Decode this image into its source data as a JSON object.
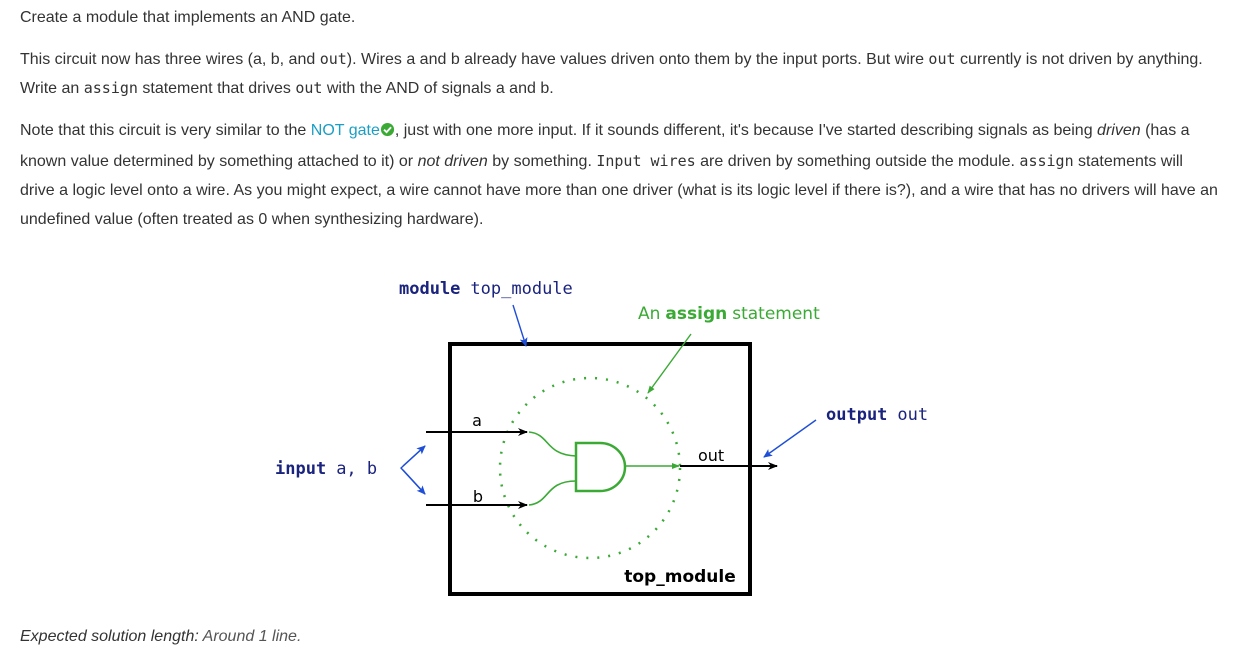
{
  "intro": {
    "p1": "Create a module that implements an AND gate.",
    "p2": {
      "t1": "This circuit now has three wires (a, b, and ",
      "c1": "out",
      "t2": "). Wires a and b already have values driven onto them by the input ports. But wire ",
      "c2": "out",
      "t3": " currently is not driven by anything. Write an ",
      "c3": "assign",
      "t4": " statement that drives ",
      "c4": "out",
      "t5": " with the AND of signals a and b."
    },
    "p3": {
      "t1": "Note that this circuit is very similar to the ",
      "link": "NOT gate",
      "t2": ", just with one more input. If it sounds different, it's because I've started describing signals as being ",
      "em1": "driven",
      "t3": " (has a known value determined by something attached to it) or ",
      "em2": "not driven",
      "t4": " by something. ",
      "c1": "Input wires",
      "t5": " are driven by something outside the module. ",
      "c2": "assign",
      "t6": " statements will drive a logic level onto a wire. As you might expect, a wire cannot have more than one driver (what is its logic level if there is?), and a wire that has no drivers will have an undefined value (often treated as 0 when synthesizing hardware)."
    }
  },
  "diagram": {
    "module_kw": "module",
    "module_name": "top_module",
    "assign_prefix": "An",
    "assign_kw": "assign",
    "assign_suffix": "statement",
    "input_kw": "input",
    "input_names": "a, b",
    "output_kw": "output",
    "output_name": "out",
    "wire_a": "a",
    "wire_b": "b",
    "wire_out": "out",
    "box_label": "top_module",
    "colors": {
      "keyword": "#1a237e",
      "accent_green": "#3aaa35",
      "arrow_blue": "#1f4fd8",
      "box": "#000000"
    }
  },
  "footer": {
    "label": "Expected solution length:",
    "value": "Around 1 line."
  }
}
